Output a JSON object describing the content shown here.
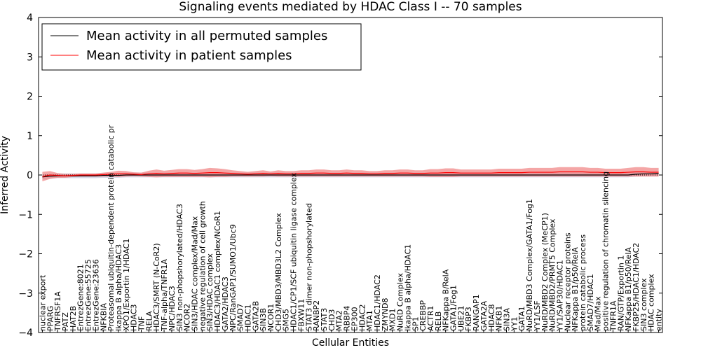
{
  "chart_data": {
    "type": "line",
    "title": "Signaling events mediated by HDAC Class I -- 70 samples",
    "xlabel": "Cellular Entities",
    "ylabel": "Inferred Activity",
    "ylim": [
      -4,
      4
    ],
    "yticks": [
      "−4",
      "−3",
      "−2",
      "−1",
      "0",
      "1",
      "2",
      "3",
      "4"
    ],
    "grid": false,
    "legend_position": "top-left",
    "categories": [
      "nuclear export",
      "PPARG",
      "TNFRSF1A",
      "PATZ",
      "HAT2B",
      "EntrezGene:8021",
      "EntrezGene:55725",
      "EntrezGene:23636",
      "NFKBIA",
      "Proteasomal ubiquitin-dependent protein catabolic pr",
      "Ikappa B alpha/HDAC3",
      "XPO1/Exportin 1/HDAC1",
      "HDAC3",
      "TNF",
      "RELA",
      "HDAC3/SMRT (N-CoR2)",
      "TNF-alpha/TNFR1A",
      "NPC/HDAC3",
      "SIN3 non-phopshorylated/HDAC3",
      "NCOR2",
      "SIN3/HDAC complex/Mad/Max",
      "negative regulation of cell growth",
      "SIN3/HDAC complex",
      "HDAC3/HDAC1 complex/NCoR1",
      "GATA2/HDAC3",
      "NPC/RanGAP1/SUMO1/Ubc9",
      "SMAD7",
      "HDAC1",
      "GATA2B",
      "SIN3B",
      "NCOR1",
      "CHD3/MBD3/MBD3L2 Complex",
      "SMG5",
      "HDAC1/CP1/SCF ubiquitin ligase complex",
      "FBXW11",
      "STAT3 dimer non-phopshorylated",
      "RANBP2",
      "STAT3",
      "CHD3",
      "MTA2",
      "RBBP4",
      "EP300",
      "HDAC2",
      "MTA1",
      "HDAC1/HDAC2",
      "ZMYND8",
      "MXD1",
      "NuRD Complex",
      "Ikappa B alpha/HDAC1",
      "SP1",
      "CREBBP",
      "ACTR1",
      "RELB",
      "NFKappa B/RelA",
      "GATA1/Fog1",
      "UBE21",
      "FKBP3",
      "RANGAP1",
      "GATA2A",
      "HDAC8",
      "NFKB1",
      "SIN3A",
      "YY1",
      "GATA1",
      "NuRD/MBD3 Complex/GATA1/Fog1",
      "YY1/LSF",
      "NuRD/MBD2 Complex (MeCP1)",
      "NuRD/MBD2/PRMT5 Complex",
      "YY1/SAP30/HDAC1",
      "Nuclear receptor proteins",
      "NFKappa B1/p50/RelA",
      "protein catabolic process",
      "SMAD7/HDAC1",
      "Mad/Max",
      "positive regulation of chromatin silencing",
      "TNFR1A",
      "RAN/GTP/Exportin 1",
      "NFKappa B1/p50/RelA",
      "FKBP25/HDAC1/HDAC2",
      "SIN3 complex",
      "HDAC complex",
      "entity"
    ],
    "series": [
      {
        "name": "Mean activity in all permuted samples",
        "color": "#000000",
        "values": [
          -0.05,
          -0.03,
          -0.02,
          -0.02,
          -0.02,
          -0.02,
          -0.02,
          -0.02,
          -0.01,
          -0.01,
          -0.01,
          0.0,
          0.0,
          0.0,
          0.0,
          0.0,
          0.0,
          0.0,
          0.0,
          0.0,
          0.0,
          0.0,
          0.0,
          0.0,
          0.0,
          0.0,
          0.0,
          0.0,
          0.0,
          0.0,
          0.0,
          0.0,
          0.0,
          0.0,
          0.0,
          0.0,
          0.0,
          0.0,
          0.0,
          0.0,
          0.0,
          0.0,
          0.0,
          0.0,
          0.0,
          0.0,
          0.0,
          0.0,
          0.0,
          0.0,
          0.0,
          0.0,
          0.0,
          0.0,
          0.0,
          0.0,
          0.0,
          0.0,
          0.0,
          0.0,
          0.0,
          0.0,
          0.0,
          0.0,
          0.0,
          0.0,
          0.0,
          0.0,
          0.0,
          0.0,
          0.0,
          0.0,
          0.0,
          0.0,
          0.0,
          0.0,
          0.0,
          0.0,
          0.02,
          0.03,
          0.03,
          0.04
        ]
      },
      {
        "name": "Mean activity in patient samples",
        "color": "#ff0000",
        "band_color": "#f08080",
        "values": [
          -0.04,
          0.0,
          -0.01,
          -0.02,
          -0.01,
          0.0,
          0.0,
          0.0,
          0.01,
          0.02,
          0.03,
          0.03,
          0.02,
          0.01,
          0.03,
          0.04,
          0.03,
          0.04,
          0.05,
          0.05,
          0.04,
          0.05,
          0.06,
          0.06,
          0.05,
          0.04,
          0.03,
          0.02,
          0.03,
          0.04,
          0.03,
          0.04,
          0.03,
          0.03,
          0.04,
          0.04,
          0.05,
          0.05,
          0.04,
          0.04,
          0.05,
          0.04,
          0.04,
          0.03,
          0.03,
          0.04,
          0.04,
          0.05,
          0.05,
          0.04,
          0.04,
          0.05,
          0.05,
          0.06,
          0.06,
          0.05,
          0.05,
          0.05,
          0.05,
          0.05,
          0.06,
          0.06,
          0.06,
          0.06,
          0.07,
          0.07,
          0.07,
          0.07,
          0.08,
          0.08,
          0.08,
          0.08,
          0.07,
          0.07,
          0.06,
          0.06,
          0.06,
          0.07,
          0.08,
          0.08,
          0.07,
          0.07
        ],
        "band_half_width": [
          0.12,
          0.1,
          0.06,
          0.05,
          0.04,
          0.04,
          0.04,
          0.04,
          0.05,
          0.06,
          0.08,
          0.07,
          0.05,
          0.05,
          0.08,
          0.1,
          0.08,
          0.09,
          0.1,
          0.1,
          0.09,
          0.1,
          0.12,
          0.11,
          0.1,
          0.08,
          0.07,
          0.06,
          0.07,
          0.08,
          0.06,
          0.08,
          0.07,
          0.07,
          0.08,
          0.08,
          0.09,
          0.09,
          0.08,
          0.08,
          0.09,
          0.08,
          0.08,
          0.07,
          0.07,
          0.08,
          0.08,
          0.09,
          0.09,
          0.08,
          0.08,
          0.1,
          0.1,
          0.11,
          0.11,
          0.09,
          0.09,
          0.09,
          0.09,
          0.09,
          0.1,
          0.1,
          0.1,
          0.1,
          0.11,
          0.11,
          0.11,
          0.11,
          0.12,
          0.12,
          0.12,
          0.12,
          0.11,
          0.11,
          0.1,
          0.1,
          0.1,
          0.11,
          0.12,
          0.12,
          0.11,
          0.11
        ]
      }
    ],
    "permuted_band_color": "#b0b0d0"
  }
}
